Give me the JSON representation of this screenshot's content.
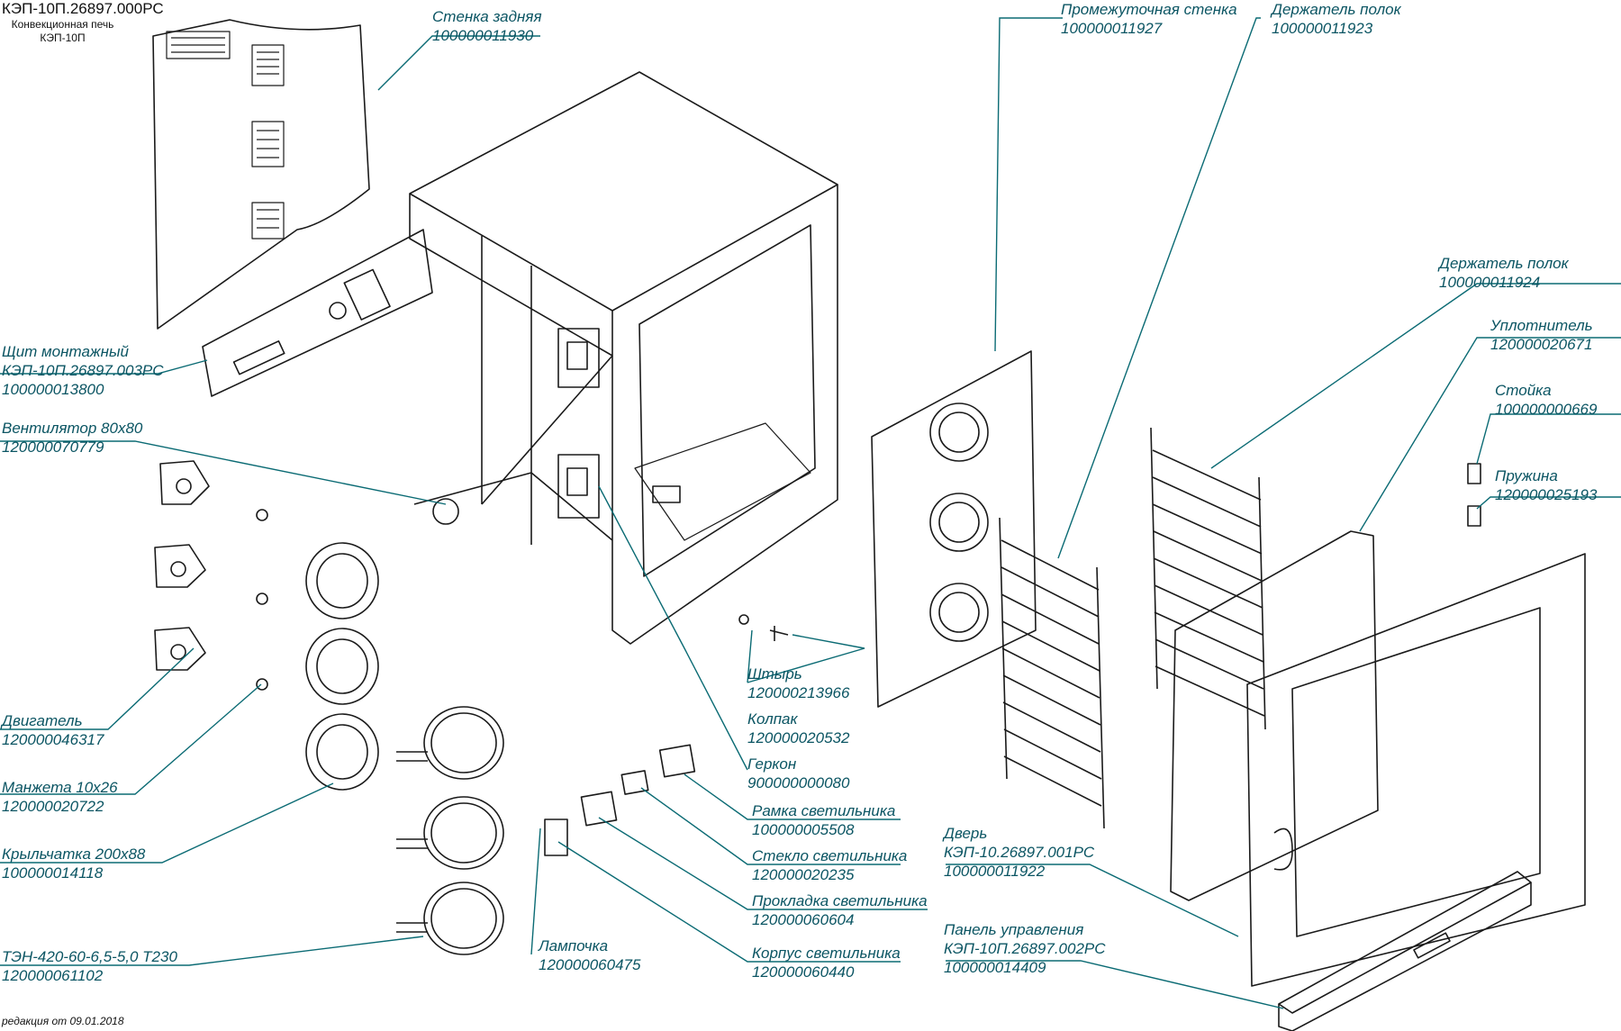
{
  "header": {
    "doc_code": "КЭП-10П.26897.000РС",
    "product_line1": "Конвекционная печь",
    "product_line2": "КЭП-10П"
  },
  "footer": {
    "revision": "редакция от 09.01.2018"
  },
  "colors": {
    "leader": "#0b6b74",
    "label": "#0b5563",
    "lineart": "#1a1a1a"
  },
  "callouts": [
    {
      "id": "stenka-zadnyaya",
      "lines": [
        "Стенка задняя"
      ],
      "code": "100000011930"
    },
    {
      "id": "shchit-montazhny",
      "lines": [
        "Щит монтажный",
        "КЭП-10П.26897.003РС"
      ],
      "code": "100000013800"
    },
    {
      "id": "ventilyator",
      "lines": [
        "Вентилятор 80x80"
      ],
      "code": "120000070779"
    },
    {
      "id": "dvigatel",
      "lines": [
        "Двигатель"
      ],
      "code": "120000046317"
    },
    {
      "id": "manzheta",
      "lines": [
        "Манжета 10x26"
      ],
      "code": "120000020722"
    },
    {
      "id": "krylchatka",
      "lines": [
        "Крыльчатка 200x88"
      ],
      "code": "100000014118"
    },
    {
      "id": "ten",
      "lines": [
        "ТЭН-420-60-6,5-5,0 Т230"
      ],
      "code": "120000061102"
    },
    {
      "id": "lampochka",
      "lines": [
        "Лампочка"
      ],
      "code": "120000060475"
    },
    {
      "id": "shtyr",
      "lines": [
        "Штырь"
      ],
      "code": "120000213966"
    },
    {
      "id": "kolpak",
      "lines": [
        "Колпак"
      ],
      "code": "120000020532"
    },
    {
      "id": "gerkon",
      "lines": [
        "Геркон"
      ],
      "code": "900000000080"
    },
    {
      "id": "ramka",
      "lines": [
        "Рамка светильника"
      ],
      "code": "100000005508"
    },
    {
      "id": "steklo",
      "lines": [
        "Стекло светильника"
      ],
      "code": "120000020235"
    },
    {
      "id": "prokladka",
      "lines": [
        "Прокладка светильника"
      ],
      "code": "120000060604"
    },
    {
      "id": "korpus",
      "lines": [
        "Корпус светильника"
      ],
      "code": "120000060440"
    },
    {
      "id": "promezh-stenka",
      "lines": [
        "Промежуточная стенка"
      ],
      "code": "100000011927"
    },
    {
      "id": "derzhatel-1",
      "lines": [
        "Держатель полок"
      ],
      "code": "100000011923"
    },
    {
      "id": "derzhatel-2",
      "lines": [
        "Держатель полок"
      ],
      "code": "100000011924"
    },
    {
      "id": "uplotnitel",
      "lines": [
        "Уплотнитель"
      ],
      "code": "120000020671"
    },
    {
      "id": "stoyka",
      "lines": [
        "Стойка"
      ],
      "code": "100000000669"
    },
    {
      "id": "pruzhina",
      "lines": [
        "Пружина"
      ],
      "code": "120000025193"
    },
    {
      "id": "dver",
      "lines": [
        "Дверь",
        "КЭП-10.26897.001РС"
      ],
      "code": "100000011922"
    },
    {
      "id": "panel",
      "lines": [
        "Панель управления",
        "КЭП-10П.26897.002РС"
      ],
      "code": "100000014409"
    }
  ]
}
